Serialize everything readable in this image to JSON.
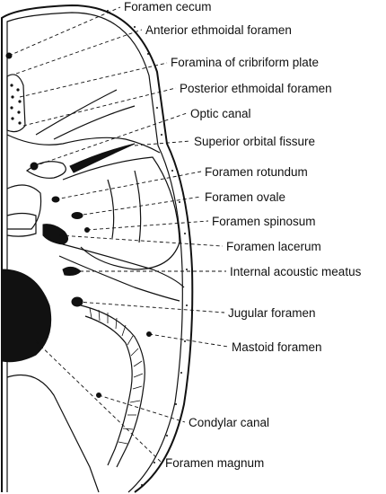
{
  "labels": [
    {
      "key": "foramen_cecum",
      "text": "Foramen cecum"
    },
    {
      "key": "anterior_ethmoidal_foramen",
      "text": "Anterior ethmoidal foramen"
    },
    {
      "key": "foramina_cribriform_plate",
      "text": "Foramina of cribriform plate"
    },
    {
      "key": "posterior_ethmoidal_foramen",
      "text": "Posterior ethmoidal foramen"
    },
    {
      "key": "optic_canal",
      "text": "Optic canal"
    },
    {
      "key": "superior_orbital_fissure",
      "text": "Superior orbital fissure"
    },
    {
      "key": "foramen_rotundum",
      "text": "Foramen rotundum"
    },
    {
      "key": "foramen_ovale",
      "text": "Foramen ovale"
    },
    {
      "key": "foramen_spinosum",
      "text": "Foramen spinosum"
    },
    {
      "key": "foramen_lacerum",
      "text": "Foramen lacerum"
    },
    {
      "key": "internal_acoustic_meatus",
      "text": "Internal acoustic meatus"
    },
    {
      "key": "jugular_foramen",
      "text": "Jugular foramen"
    },
    {
      "key": "mastoid_foramen",
      "text": "Mastoid foramen"
    },
    {
      "key": "condylar_canal",
      "text": "Condylar canal"
    },
    {
      "key": "foramen_magnum",
      "text": "Foramen magnum"
    }
  ]
}
